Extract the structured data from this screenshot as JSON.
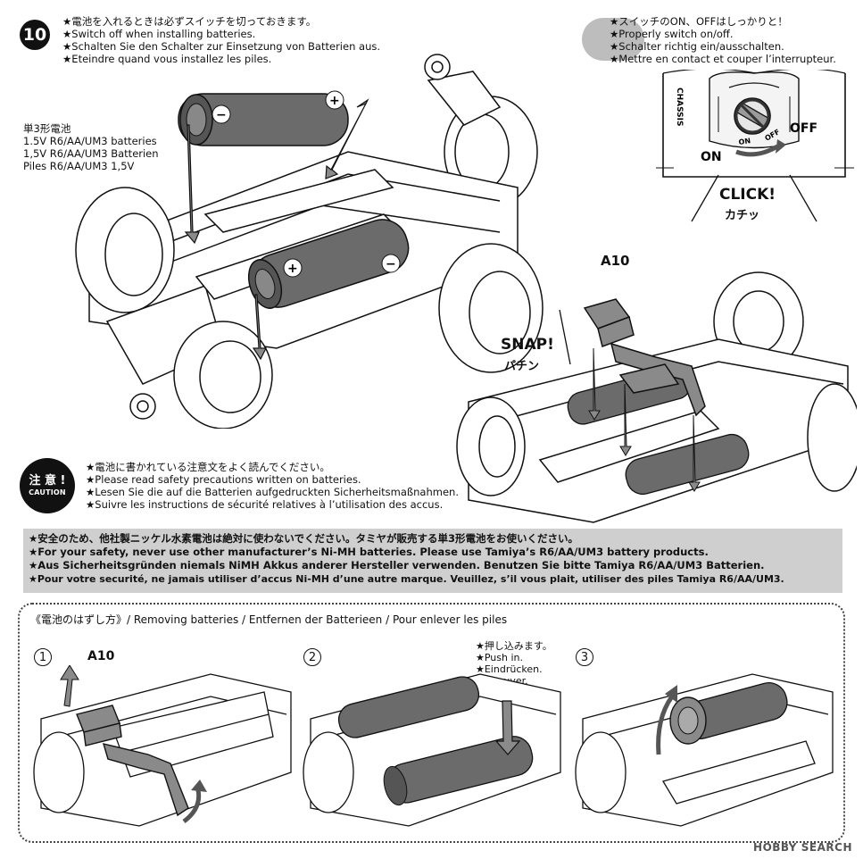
{
  "step": {
    "number": "10",
    "lines": [
      "★電池を入れるときは必ずスイッチを切っておきます。",
      "★Switch off when installing batteries.",
      "★Schalten Sie den Schalter zur Einsetzung von Batterien aus.",
      "★Eteindre quand vous installez les piles."
    ]
  },
  "switch_note": {
    "lines": [
      "★スイッチのON、OFFはしっかりと！",
      "★Properly switch on/off.",
      "★Schalter richtig ein/ausschalten.",
      "★Mettre en contact et couper l’interrupteur."
    ],
    "on_label": "ON",
    "off_label": "OFF",
    "small_on": "ON",
    "small_off": "OFF",
    "chassis_text": "CHASSIS",
    "click_label": "CLICK!",
    "click_kana": "カチッ"
  },
  "battery_label": {
    "lines": [
      "単3形電池",
      "1.5V R6/AA/UM3 batteries",
      "1,5V R6/AA/UM3 Batterien",
      "Piles R6/AA/UM3 1,5V"
    ]
  },
  "battery_signs": {
    "minus": "−",
    "plus": "+"
  },
  "snap": {
    "part": "A10",
    "label": "SNAP!",
    "kana": "パチン"
  },
  "caution": {
    "badge_jp": "注 意 !",
    "badge_en": "CAUTION",
    "lines": [
      "★電池に書かれている注意文をよく読んでください。",
      "★Please read safety precautions written on batteries.",
      "★Lesen Sie die auf die Batterien aufgedruckten Sicherheitsmaßnahmen.",
      "★Suivre les instructions de sécurité relatives à l’utilisation des accus."
    ]
  },
  "warning": {
    "lines": [
      "★安全のため、他社製ニッケル水素電池は絶対に使わないでください。タミヤが販売する単3形電池をお使いください。",
      "★For your safety, never use other manufacturer’s Ni-MH batteries. Please use Tamiya’s R6/AA/UM3 battery products.",
      "★Aus Sicherheitsgründen niemals NiMH Akkus anderer Hersteller verwenden. Benutzen Sie bitte Tamiya R6/AA/UM3 Batterien.",
      "★Pour votre securité, ne jamais utiliser d’accus Ni-MH d’une autre marque. Veuillez, s’il vous plait, utiliser des piles Tamiya R6/AA/UM3."
    ]
  },
  "removal": {
    "title": "《電池のはずし方》/ Removing batteries / Entfernen der Batterieen / Pour enlever les piles",
    "steps": [
      {
        "num": "1",
        "part": "A10"
      },
      {
        "num": "2",
        "lines": [
          "★押し込みます。",
          "★Push in.",
          "★Eindrücken.",
          "★Appuyer."
        ]
      },
      {
        "num": "3"
      }
    ]
  },
  "watermark": "HOBBY SEARCH",
  "colors": {
    "battery": "#6b6b6b",
    "part_gray": "#8a8a8a",
    "warn_bg": "#cfcfcf",
    "ink": "#111111"
  }
}
